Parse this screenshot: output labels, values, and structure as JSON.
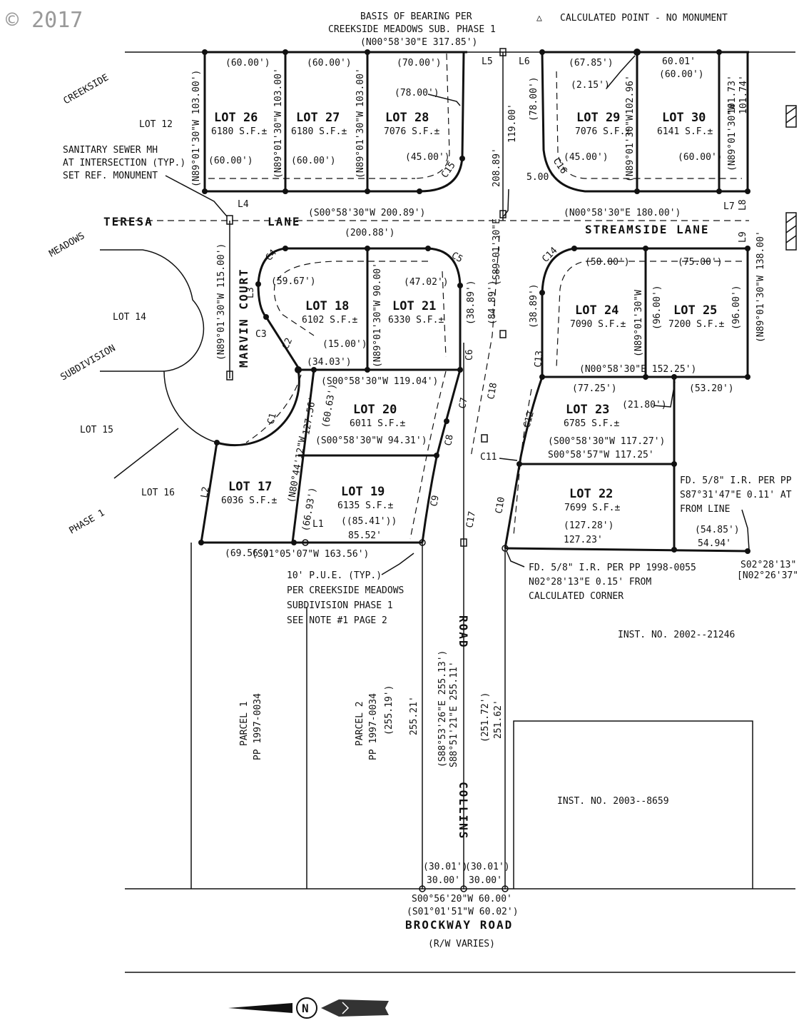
{
  "copyright": "© 2017",
  "header": {
    "basis_line1": "BASIS OF BEARING PER",
    "basis_line2": "CREEKSIDE MEADOWS SUB. PHASE 1",
    "basis_line3": "(N00°58'30\"E 317.85')",
    "legend_symbol": "△",
    "legend_text": "CALCULATED POINT - NO MONUMENT"
  },
  "roads": {
    "teresa": "TERESA",
    "lane": "LANE",
    "streamside": "STREAMSIDE LANE",
    "marvin": "MARVIN COURT",
    "collins1": "ROAD",
    "collins2": "COLLINS",
    "brockway": "BROCKWAY ROAD",
    "brockway_rw": "(R/W VARIES)"
  },
  "subdivision": {
    "creekside": "CREEKSIDE",
    "meadows": "MEADOWS",
    "subdivision": "SUBDIVISION",
    "phase": "PHASE 1"
  },
  "lots": [
    {
      "name": "LOT 26",
      "sf": "6180 S.F.±"
    },
    {
      "name": "LOT 27",
      "sf": "6180 S.F.±"
    },
    {
      "name": "LOT 28",
      "sf": "7076 S.F.±"
    },
    {
      "name": "LOT 29",
      "sf": "7076 S.F.±"
    },
    {
      "name": "LOT 30",
      "sf": "6141 S.F.±"
    },
    {
      "name": "LOT 18",
      "sf": "6102 S.F.±"
    },
    {
      "name": "LOT 21",
      "sf": "6330 S.F.±"
    },
    {
      "name": "LOT 24",
      "sf": "7090 S.F.±"
    },
    {
      "name": "LOT 25",
      "sf": "7200 S.F.±"
    },
    {
      "name": "LOT 20",
      "sf": "6011 S.F.±"
    },
    {
      "name": "LOT 23",
      "sf": "6785 S.F.±"
    },
    {
      "name": "LOT 17",
      "sf": "6036 S.F.±"
    },
    {
      "name": "LOT 19",
      "sf": "6135 S.F.±"
    },
    {
      "name": "LOT 22",
      "sf": "7699 S.F.±"
    }
  ],
  "adjacent_lots": [
    "LOT 12",
    "LOT 14",
    "LOT 15",
    "LOT 16"
  ],
  "parcels": {
    "p1a": "PARCEL 1",
    "p1b": "PP 1997-0034",
    "p2a": "PARCEL 2",
    "p2b": "PP 1997-0034",
    "inst1": "INST. NO. 2002--21246",
    "inst2": "INST. NO. 2003--8659"
  },
  "notes": {
    "mh1": "SANITARY SEWER MH",
    "mh2": "AT INTERSECTION (TYP.)",
    "mh3": "SET REF. MONUMENT",
    "pue1": "10' P.U.E. (TYP.)",
    "pue2": "PER CREEKSIDE MEADOWS",
    "pue3": "SUBDIVISION PHASE 1",
    "pue4": "SEE NOTE #1 PAGE 2",
    "fd1a": "FD. 5/8\" I.R. PER PP 1998-0055",
    "fd1b": "N02°28'13\"E  0.15' FROM",
    "fd1c": "CALCULATED CORNER",
    "fd2a": "FD. 5/8\" I.R. PER PP",
    "fd2b": "S87°31'47\"E  0.11' AT",
    "fd2c": "FROM LINE"
  },
  "dims": {
    "d1": "(60.00')",
    "d2": "(60.00')",
    "d3": "(70.00')",
    "d4": "(67.85')",
    "d5": "60.01'",
    "d6": "(60.00')",
    "d7": "(2.15')",
    "d8": "(78.00')",
    "d9": "(78.00')",
    "d10": "(60.00')",
    "d11": "(60.00')",
    "d12": "(45.00')",
    "d13": "(45.00')",
    "d14": "(60.00')",
    "d15": "(200.88')",
    "d16": "(S00°58'30\"W  200.89')",
    "d17": "(N00°58'30\"E  180.00')",
    "d18": "(59.67')",
    "d19": "(47.02')",
    "d20": "(50.00')",
    "d21": "(75.00')",
    "d22": "(15.00')",
    "d23": "(34.03')",
    "d24": "(S00°58'30\"W  119.04')",
    "d25": "(N00°58'30\"E  152.25')",
    "d26": "(77.25')",
    "d27": "(21.80')",
    "d28": "(53.20')",
    "d29": "(S00°58'30\"W  117.27')",
    "d30": "S00°58'57\"W  117.25'",
    "d31": "(S00°58'30\"W  94.31')",
    "d32": "(127.28')",
    "d33": "127.23'",
    "d34": "((85.41'))",
    "d35": "85.52'",
    "d36": "(69.56')",
    "d37": "(S01°05'07\"W  163.56')",
    "d38": "(54.85')",
    "d39": "54.94'",
    "d40": "S02°28'13\"",
    "d41": "[N02°26'37\"",
    "d42": "(30.01')",
    "d43": "30.00'",
    "d44": "(30.01')",
    "d45": "30.00'",
    "d46": "S00°56'20\"W  60.00'",
    "d47": "(S01°01'51\"W  60.02')",
    "v1": "(N89°01'30\"W  103.00')",
    "v2": "103.00'",
    "v3": "(N89°01'30\"W",
    "v4": "103.00'",
    "v5": "(N89°01'30\"W",
    "v6": "(78.00')",
    "v7": "102.96'",
    "v8": "(N89°01'30\"W",
    "v9": "101.73'",
    "v10": "(N89°01'30\"W",
    "v11": "101.74'",
    "v12": "119.00'",
    "v13": "208.89'",
    "v14": "(S89°01'30\"E",
    "v15": "(N89°01'30\"W  115.00')",
    "v16": "90.00'",
    "v17": "(N89°01'30\"W",
    "v18": "(38.89')",
    "v19": "(84.89')",
    "v20": "(38.89')",
    "v21": "(96.00')",
    "v22": "(N89°01'30\"W",
    "v23": "(96.00')",
    "v24": "138.00'",
    "v25": "(N89°01'30\"W",
    "v26": "127.56'",
    "v27": "(60.63')",
    "v28": "(N80°44'12\"W",
    "v29": "(66.93')",
    "v30": "(255.19')",
    "v31": "255.21'",
    "v32": "(S88°53'26\"E  255.13')",
    "v33": "S88°51'21\"E  255.11'",
    "v34": "(251.72')",
    "v35": "251.62'",
    "v36": "5.00'"
  },
  "lines": [
    "L1",
    "L2",
    "L3",
    "L4",
    "L5",
    "L6",
    "L7",
    "L8",
    "L9"
  ],
  "curves": [
    "C1",
    "C2",
    "C3",
    "C4",
    "C5",
    "C6",
    "C7",
    "C8",
    "C9",
    "C10",
    "C11",
    "C12",
    "C13",
    "C14",
    "C15",
    "C16",
    "C17",
    "C18"
  ],
  "north": "N"
}
